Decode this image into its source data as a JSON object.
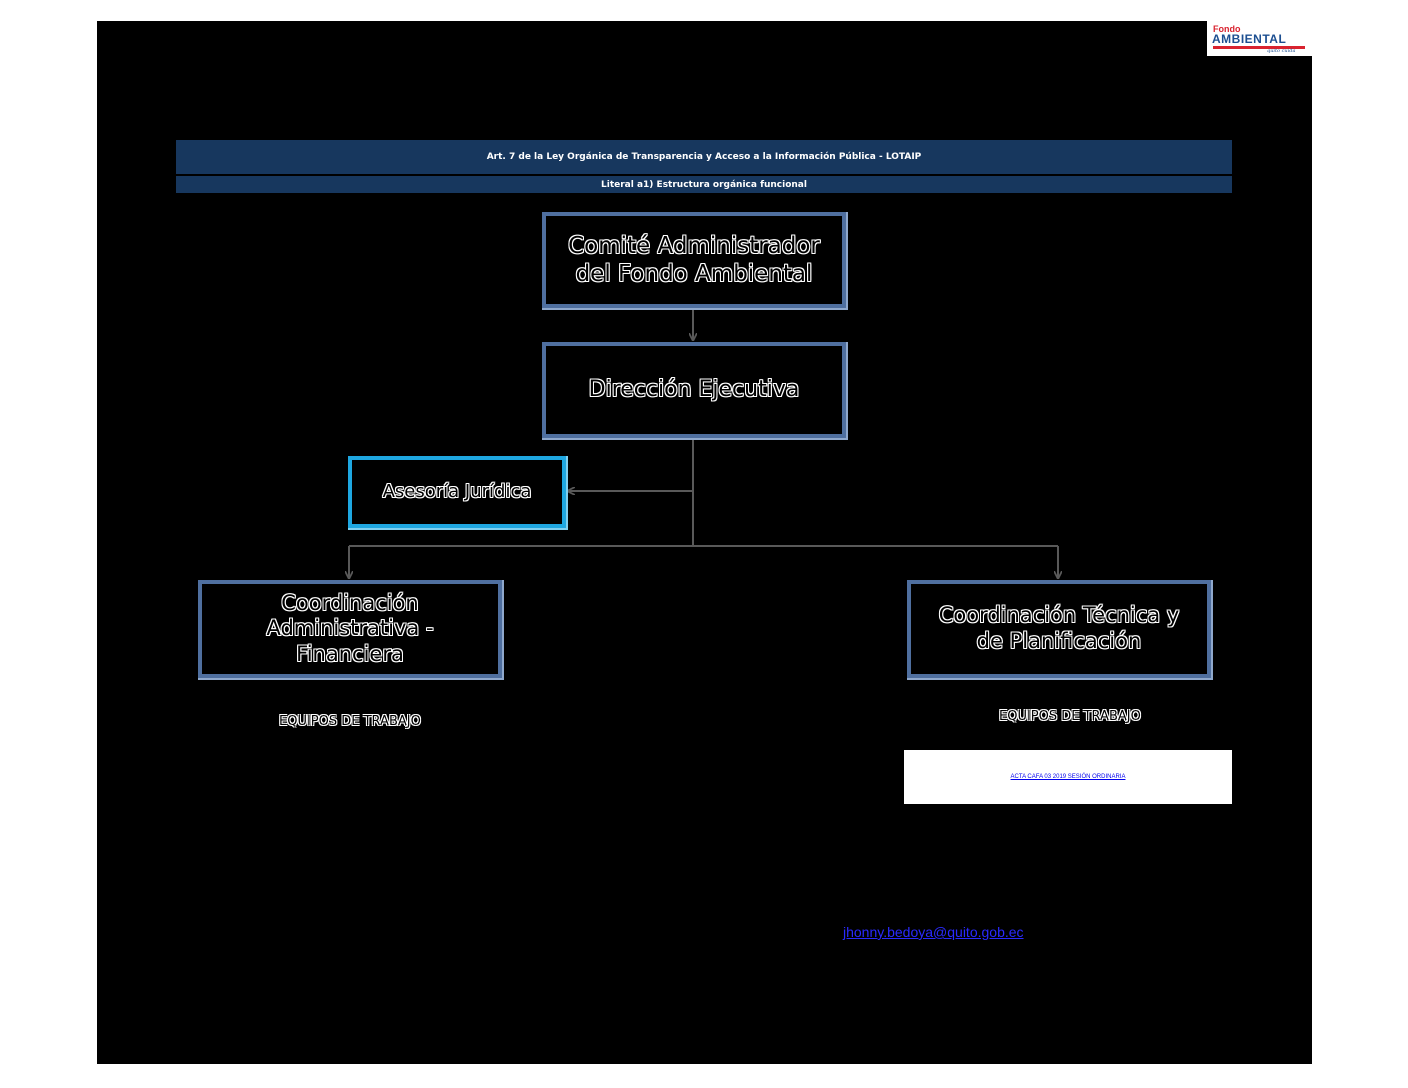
{
  "header": {
    "title": "Art. 7 de la Ley Orgánica de Transparencia y Acceso a la Información Pública - LOTAIP",
    "subtitle": "Literal a1) Estructura orgánica funcional"
  },
  "logo": {
    "line1": "Fondo",
    "line2": "AMBIENTAL",
    "tagline": "quito cuida"
  },
  "org_chart": {
    "nodes": {
      "comite_line1": "Comité Administrador",
      "comite_line2": "del Fondo Ambiental",
      "direccion": "Dirección Ejecutiva",
      "asesoria": "Asesoría Jurídica",
      "admin_line1": "Coordinación",
      "admin_line2": "Administrativa -",
      "admin_line3": "Financiera",
      "tecnica_line1": "Coordinación Técnica y",
      "tecnica_line2": "de Planificación"
    },
    "team_left": "EQUIPOS DE TRABAJO",
    "team_right": "EQUIPOS DE TRABAJO"
  },
  "links": {
    "acta": "ACTA CAFA 03 2019 SESIÓN ORDINARIA",
    "email": "jhonny.bedoya@quito.gob.ec"
  },
  "colors": {
    "banner": "#17375e",
    "box_border": "#4f6f9f",
    "asesoria_border": "#1ea7e1",
    "connector": "#595959",
    "link": "#0000ee"
  }
}
